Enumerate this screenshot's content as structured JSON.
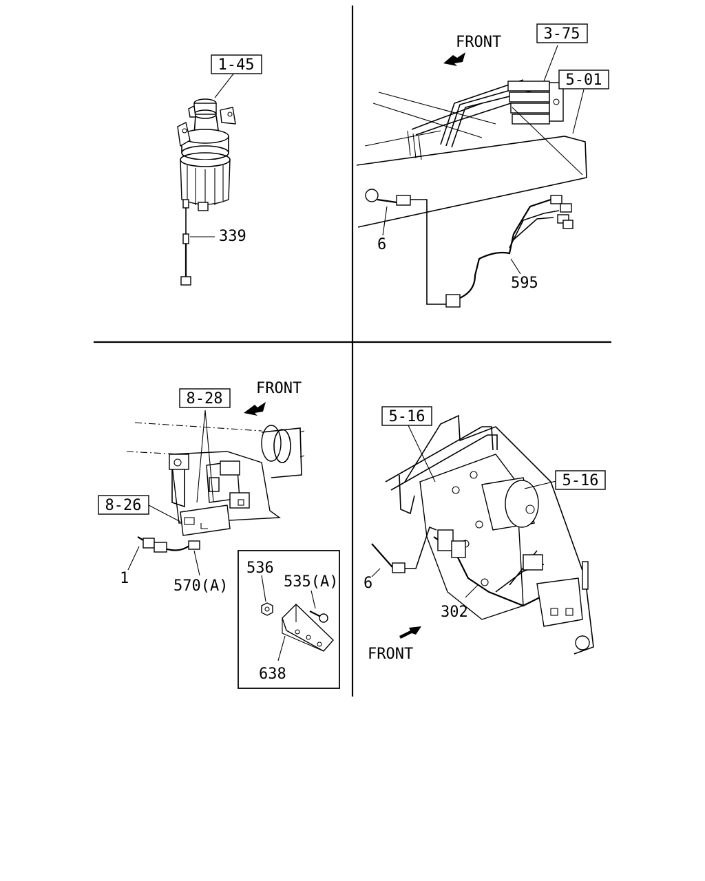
{
  "quadrants": {
    "top_left": {
      "refs": [
        "1-45"
      ],
      "parts": [
        "339"
      ]
    },
    "top_right": {
      "front": "FRONT",
      "refs": [
        "3-75",
        "5-01"
      ],
      "parts": [
        "6",
        "595"
      ]
    },
    "bottom_left": {
      "front": "FRONT",
      "refs": [
        "8-28",
        "8-26"
      ],
      "parts": [
        "1",
        "570(A)"
      ],
      "detail_parts": [
        "536",
        "535(A)",
        "638"
      ]
    },
    "bottom_right": {
      "front": "FRONT",
      "refs": [
        "5-16",
        "5-16"
      ],
      "parts": [
        "6",
        "302"
      ]
    }
  }
}
